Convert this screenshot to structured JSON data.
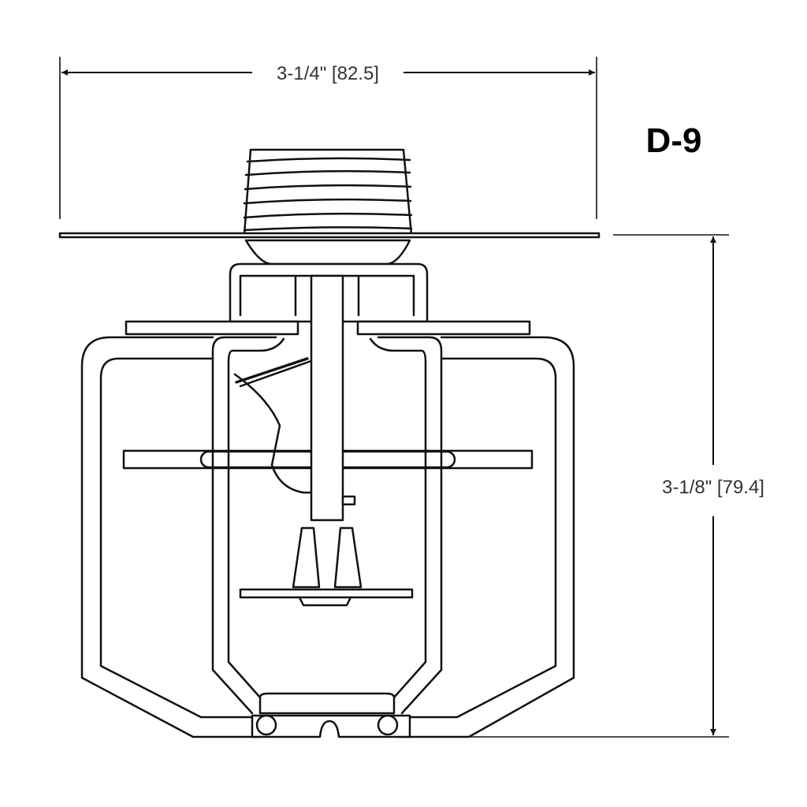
{
  "title": "D-9",
  "dimensions": {
    "width_label": "3-1/4\" [82.5]",
    "height_label": "3-1/8\" [79.4]"
  }
}
